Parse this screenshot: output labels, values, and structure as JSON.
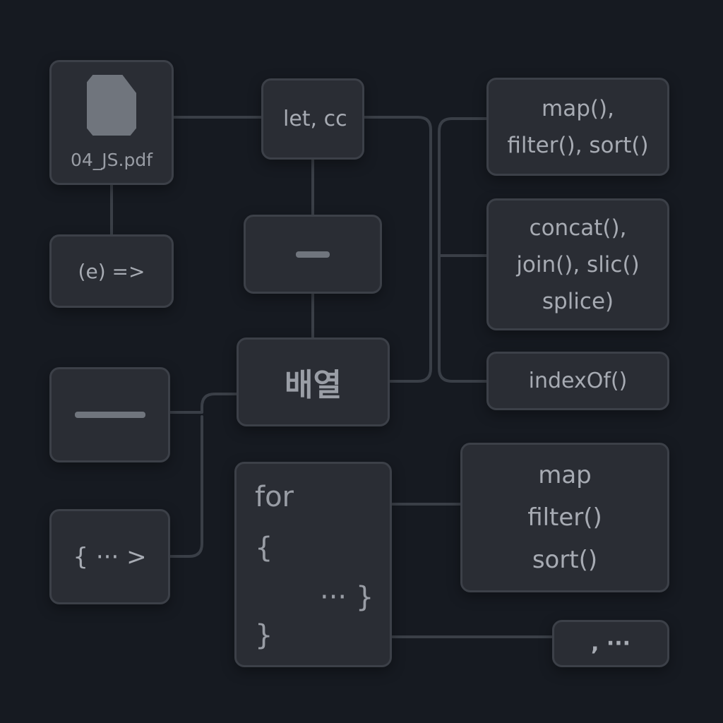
{
  "nodes": {
    "file": {
      "label": "04_JS.pdf",
      "icon": "file-icon"
    },
    "arrow_fn": {
      "label": "(e) =>"
    },
    "let_const": {
      "label": "let, cc"
    },
    "array": {
      "label": "배열"
    },
    "methods_top": {
      "lines": [
        "map(),",
        "filter(), sort()"
      ]
    },
    "methods_mid": {
      "lines": [
        "concat(),",
        "join(), slic()",
        "splice)"
      ]
    },
    "index_of": {
      "label": "indexOf()"
    },
    "callback": {
      "label": "{ ··· >"
    },
    "for_loop": {
      "keyword": "for",
      "open_brace": "{",
      "body": "··· }",
      "close_brace": "}"
    },
    "methods_bottom": {
      "lines": [
        "map",
        "filter()",
        "sort()"
      ]
    },
    "more": {
      "label": ", ···"
    }
  },
  "colors": {
    "background": "#161a21",
    "node_fill": "#2a2d34",
    "node_border": "#3c4048",
    "wire": "#3a3f47",
    "text": "#a7abb3",
    "icon": "#70757d"
  }
}
